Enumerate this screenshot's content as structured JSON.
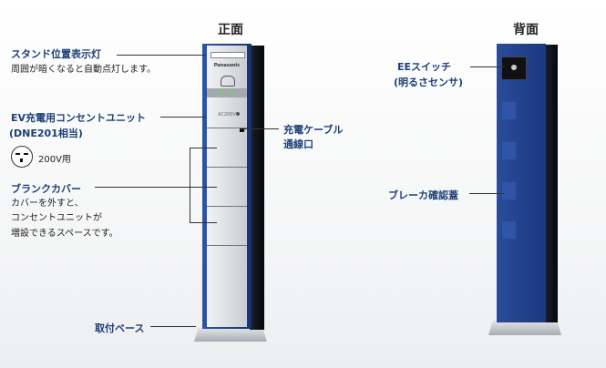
{
  "views": {
    "front": "正面",
    "back": "背面"
  },
  "front_labels": {
    "stand_light": {
      "title": "スタンド位置表示灯",
      "desc": "周囲が暗くなると自動点灯します。"
    },
    "outlet_unit": {
      "title": "EV充電用コンセントユニット",
      "model": "(DNE201相当)",
      "plug_note": "200V用"
    },
    "blank_cover": {
      "title": "ブランクカバー",
      "desc": [
        "カバーを外すと、",
        "コンセントユニットが",
        "増設できるスペースです。"
      ]
    },
    "mount_base": {
      "title": "取付ベース"
    },
    "cable_port": {
      "title": [
        "充電ケーブル",
        "通線口"
      ]
    }
  },
  "back_labels": {
    "ee_switch": {
      "title": "EEスイッチ",
      "sub": "(明るさセンサ)"
    },
    "breaker_lid": {
      "title": "ブレーカ確認蓋"
    }
  },
  "device": {
    "brand": "Panasonic",
    "outlet_text": "AC200V"
  },
  "colors": {
    "accent": "#1d3f78",
    "stand_blue": "#1f3f8f",
    "panel": "#d6d9de"
  }
}
